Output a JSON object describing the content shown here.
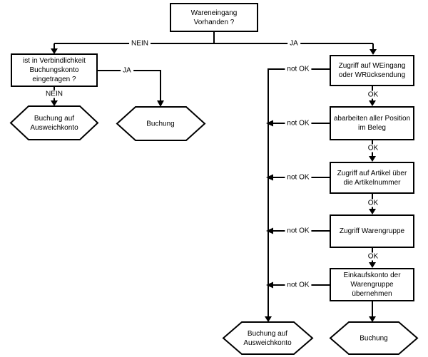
{
  "colors": {
    "line": "#000000",
    "background": "#ffffff",
    "text": "#000000"
  },
  "nodes": {
    "start": "Wareneingang\nVorhanden ?",
    "liability_check": "ist in Verbindlichkeit\nBuchungskonto\neingetragen ?",
    "fallback_booking_left": "Buchung auf\nAusweichkonto",
    "booking_left": "Buchung",
    "access_goods_receipt": "Zugriff auf WEingang\noder WRücksendung",
    "process_all_positions": "abarbeiten aller Position\nim Beleg",
    "access_article": "Zugriff auf Artikel über\ndie Artikelnummer",
    "access_goods_group": "Zugriff Warengruppe",
    "takeover_purchase_account": "Einkaufskonto der\nWarengruppe\nübernehmen",
    "fallback_booking_bottom": "Buchung auf\nAusweichkonto",
    "booking_bottom": "Buchung"
  },
  "edge_labels": {
    "nein": "NEIN",
    "ja": "JA",
    "ok": "OK",
    "not_ok": "not OK"
  }
}
